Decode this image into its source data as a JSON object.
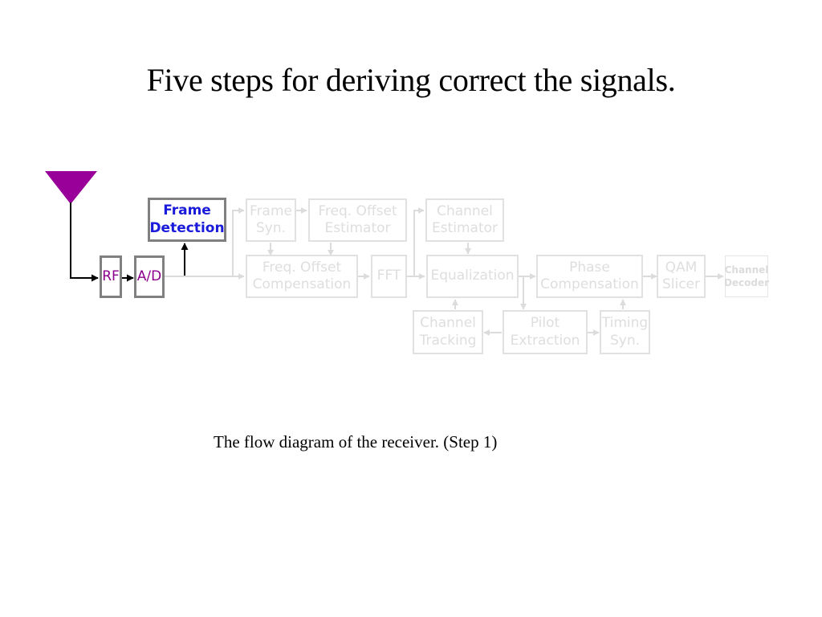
{
  "slide": {
    "title": "Five steps for deriving correct the signals.",
    "caption": "The flow diagram of the receiver. (Step 1)"
  },
  "colors": {
    "antenna": "#990099",
    "active_text": "#1a1adb",
    "hardware_text": "#8b008b",
    "dim": "#dedede",
    "active_border": "#808080"
  },
  "blocks": {
    "rf": "RF",
    "ad": "A/D",
    "frame_detection": [
      "Frame",
      "Detection"
    ],
    "frame_syn": [
      "Frame",
      "Syn."
    ],
    "freq_offset_estimator": [
      "Freq. Offset",
      "Estimator"
    ],
    "channel_estimator": [
      "Channel",
      "Estimator"
    ],
    "freq_offset_compensation": [
      "Freq. Offset",
      "Compensation"
    ],
    "fft": "FFT",
    "equalization": "Equalization",
    "phase_compensation": [
      "Phase",
      "Compensation"
    ],
    "qam_slicer": [
      "QAM",
      "Slicer"
    ],
    "channel_decoder": [
      "Channel",
      "Decoder"
    ],
    "channel_tracking": [
      "Channel",
      "Tracking"
    ],
    "pilot_extraction": [
      "Pilot",
      "Extraction"
    ],
    "timing_syn": [
      "Timing",
      "Syn."
    ]
  }
}
